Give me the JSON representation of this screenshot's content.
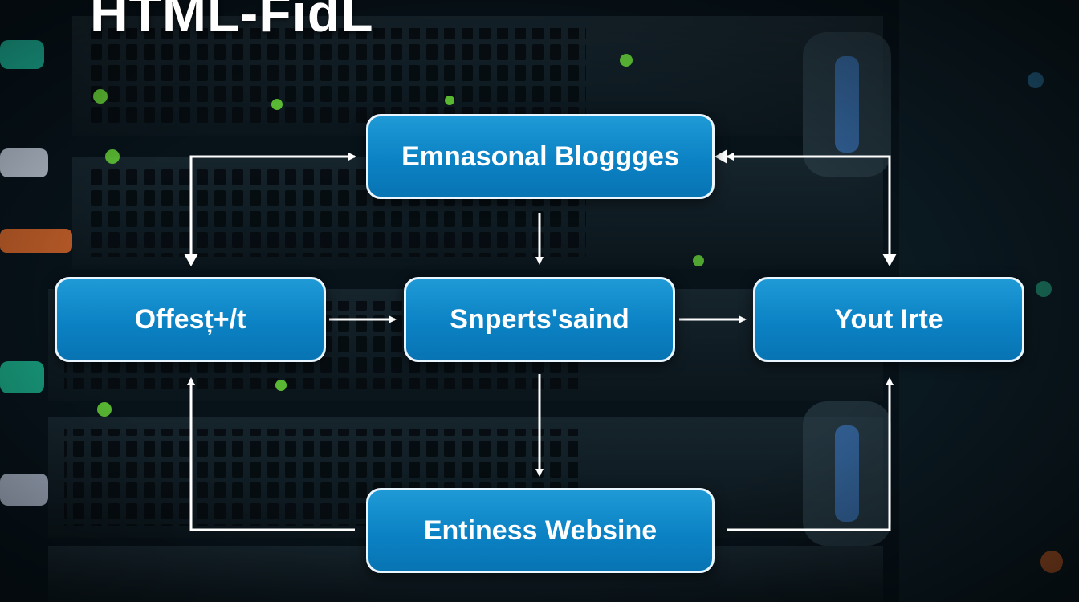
{
  "title": "HTML-FidL",
  "nodes": {
    "top": "Emnasonal Bloggges",
    "center": "Snperts'saind",
    "left": "Offesț+/t",
    "right": "Yout Irte",
    "bottom": "Entiness Websine"
  },
  "colors": {
    "node_fill": "#0b82c4",
    "node_border": "#eaf6ff",
    "arrow": "#ffffff",
    "background": "#061018"
  }
}
